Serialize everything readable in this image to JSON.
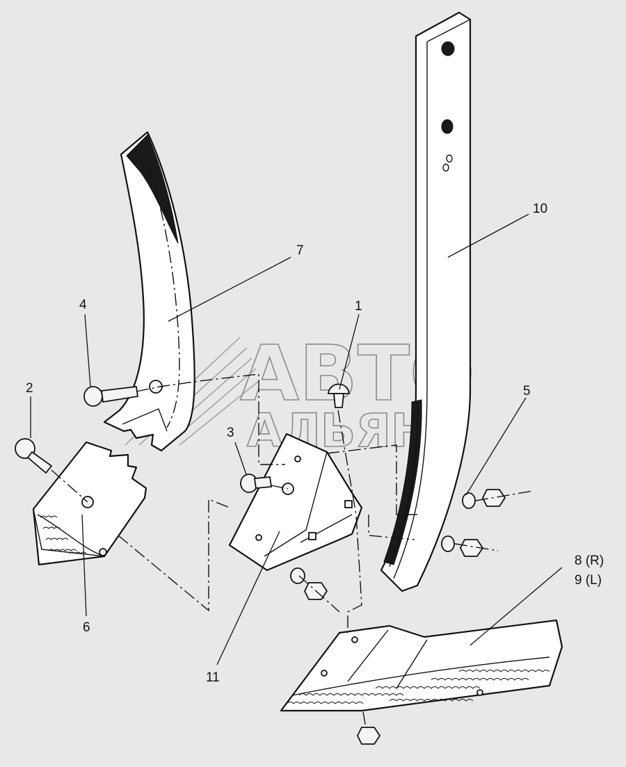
{
  "watermark": {
    "line1": "АВТО",
    "line2": "АЛЬЯНС"
  },
  "labels": {
    "p1": "1",
    "p2": "2",
    "p3": "3",
    "p4": "4",
    "p5": "5",
    "p6": "6",
    "p7": "7",
    "p8": "8 (R)",
    "p9": "9 (L)",
    "p10": "10",
    "p11": "11"
  }
}
